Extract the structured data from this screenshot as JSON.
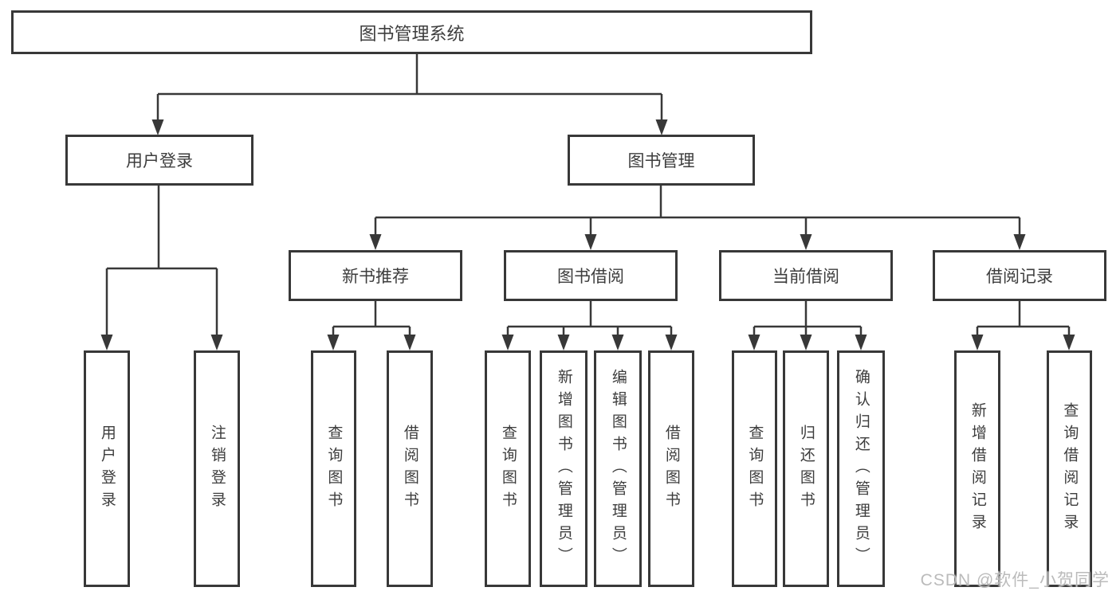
{
  "diagram": {
    "root": {
      "label": "图书管理系统"
    },
    "children": [
      {
        "label": "用户登录",
        "children": [
          {
            "label": "用户登录"
          },
          {
            "label": "注销登录"
          }
        ]
      },
      {
        "label": "图书管理",
        "children": [
          {
            "label": "新书推荐",
            "children": [
              {
                "label": "查询图书"
              },
              {
                "label": "借阅图书"
              }
            ]
          },
          {
            "label": "图书借阅",
            "children": [
              {
                "label": "查询图书"
              },
              {
                "label": "新增图书（管理员）"
              },
              {
                "label": "编辑图书（管理员）"
              },
              {
                "label": "借阅图书"
              }
            ]
          },
          {
            "label": "当前借阅",
            "children": [
              {
                "label": "查询图书"
              },
              {
                "label": "归还图书"
              },
              {
                "label": "确认归还（管理员）"
              }
            ]
          },
          {
            "label": "借阅记录",
            "children": [
              {
                "label": "新增借阅记录"
              },
              {
                "label": "查询借阅记录"
              }
            ]
          }
        ]
      }
    ]
  },
  "watermark": {
    "label": "CSDN @软件_小贺同学"
  },
  "colors": {
    "line": "#383838",
    "box_border": "#383838",
    "text": "#3d3d3d",
    "background": "#ffffff",
    "watermark": "#b7b7b7"
  }
}
